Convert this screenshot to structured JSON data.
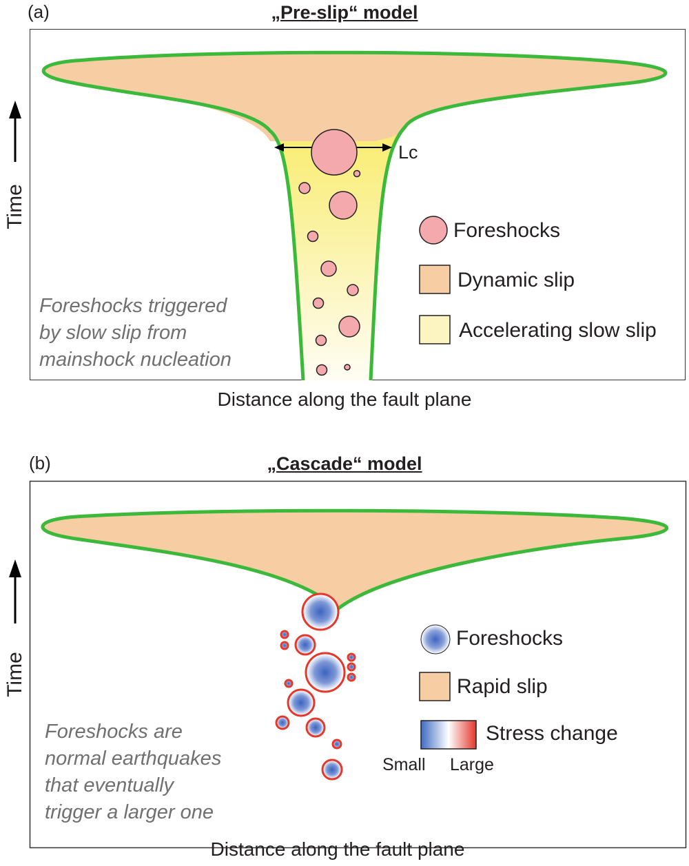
{
  "panel_a": {
    "label": "(a)",
    "title": "„Pre-slip“ model",
    "y_axis_label": "Time",
    "x_axis_label": "Distance along the fault plane",
    "lc_label": "Lc",
    "legend": {
      "foreshocks": "Foreshocks",
      "dynamic_slip": "Dynamic slip",
      "accelerating_slow_slip": "Accelerating slow slip"
    },
    "note_lines": [
      "Foreshocks triggered",
      "by slow slip from",
      "mainshock nucleation"
    ]
  },
  "panel_b": {
    "label": "(b)",
    "title": "„Cascade“ model",
    "y_axis_label": "Time",
    "x_axis_label": "Distance along the fault plane",
    "legend": {
      "foreshocks": "Foreshocks",
      "rapid_slip": "Rapid slip",
      "stress_change": "Stress change",
      "small": "Small",
      "large": "Large"
    },
    "note_lines": [
      "Foreshocks are",
      "normal earthquakes",
      "that eventually",
      "trigger a larger one"
    ]
  },
  "colors": {
    "slip_fill": "#f7cda4",
    "outline_green": "#3cb93a",
    "slow_slip_yellow": "#f9ee76",
    "foreshock_pink": "#f4a9ad",
    "stress_blue": "#3f6cc4",
    "stress_red": "#e3382a"
  }
}
